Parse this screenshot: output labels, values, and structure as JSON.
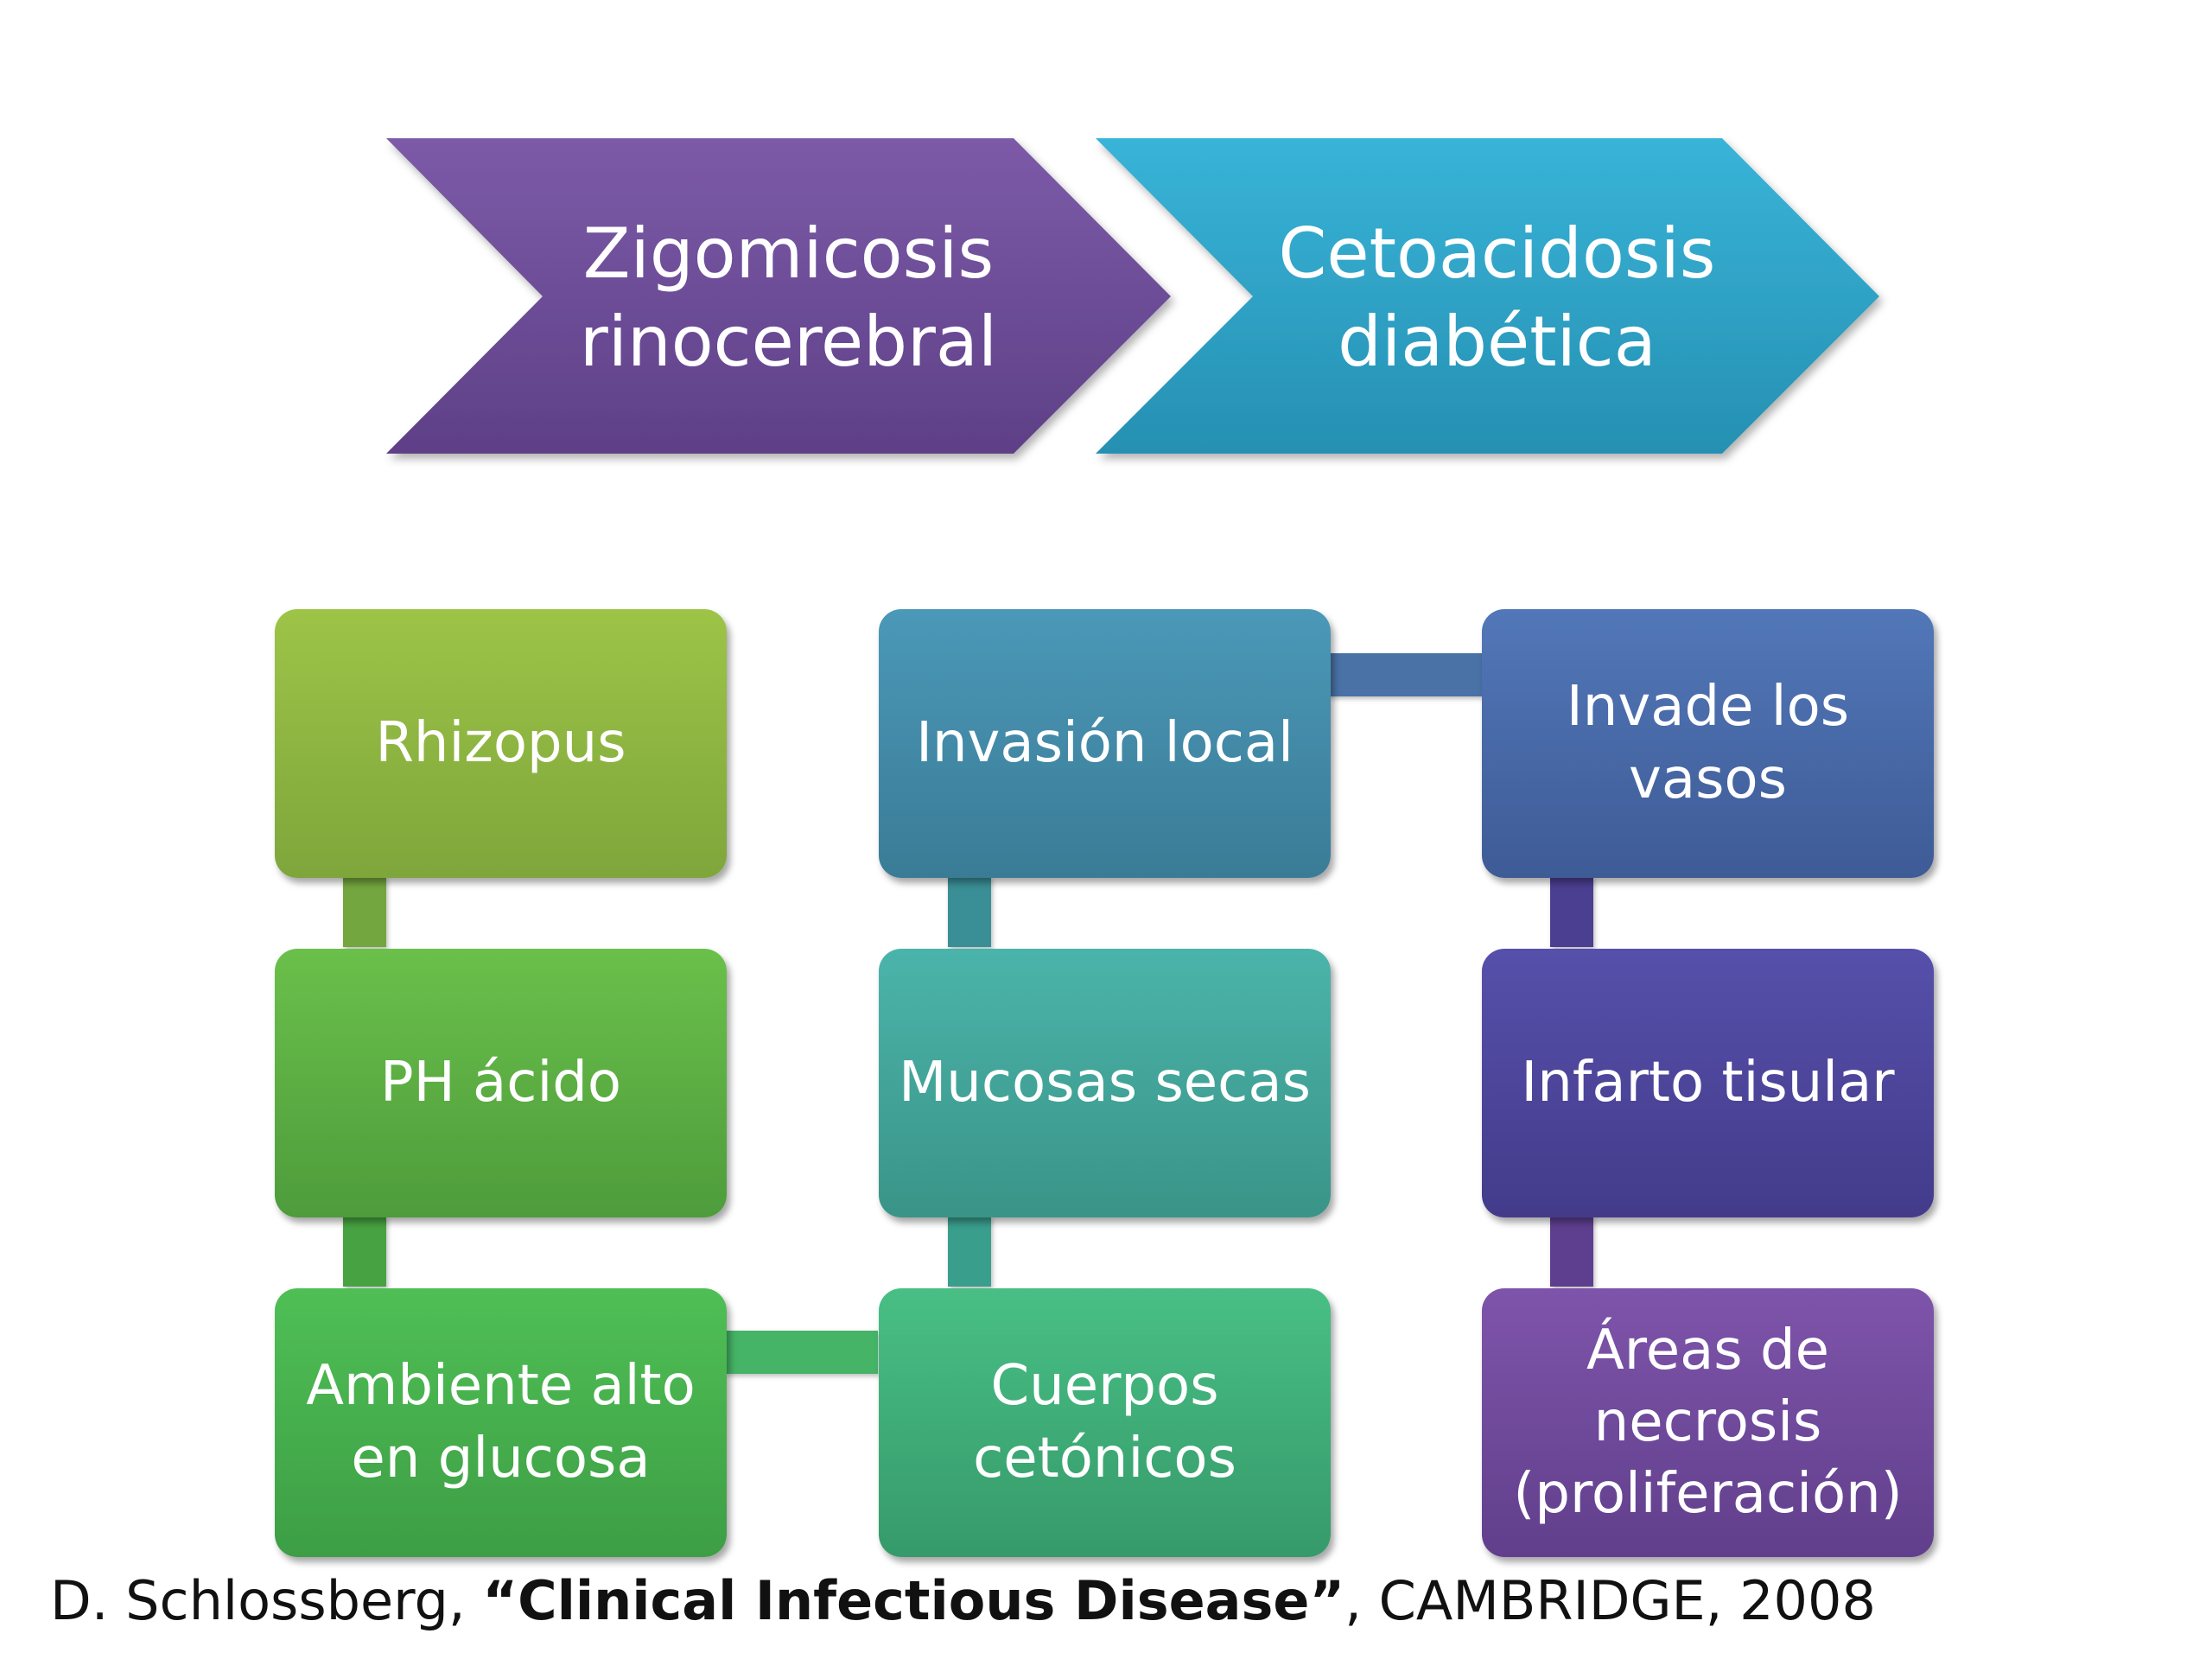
{
  "chevrons": [
    {
      "lines": [
        "Zigomicosis",
        "rinocerebral"
      ],
      "color": "#6c4d96"
    },
    {
      "lines": [
        "Cetoacidosis",
        "diabética"
      ],
      "color": "#2ea6c8"
    }
  ],
  "boxes": {
    "rhizopus": "Rhizopus",
    "ph": "PH ácido",
    "ambiente": "Ambiente alto\nen glucosa",
    "invasion": "Invasión local",
    "mucosas": "Mucosas secas",
    "cuerpos": "Cuerpos\ncetónicos",
    "invade": "Invade los\nvasos",
    "infarto": "Infarto tisular",
    "areas": "Áreas de\nnecrosis\n(proliferación)"
  },
  "citation": {
    "author": "D. Schlossberg, ",
    "title": "“Clinical Infectious Disease”",
    "rest": ", CAMBRIDGE, 2008"
  }
}
